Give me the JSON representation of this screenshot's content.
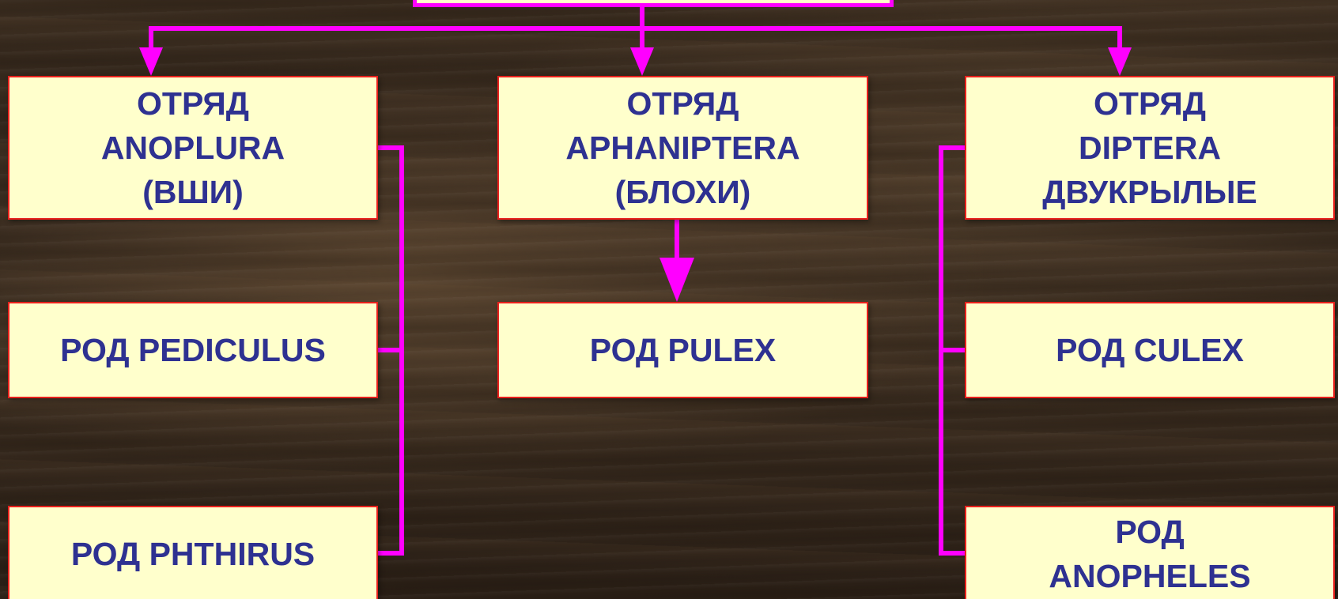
{
  "colors": {
    "connector": "#ff00ff",
    "box_fill": "#ffffcc",
    "box_border": "#e8201c",
    "text": "#2e3191"
  },
  "orders": {
    "anoplura": "ОТРЯД\nANOPLURA\n(ВШИ)",
    "aphaniptera": "ОТРЯД\nAPHANIPTERA\n(БЛОХИ)",
    "diptera": "ОТРЯД\nDIPTERA\nДВУКРЫЛЫЕ"
  },
  "genera": {
    "pediculus": "РОД  PEDICULUS",
    "phthirus": "РОД  PHTHIRUS",
    "pulex": "РОД  PULEX",
    "culex": "РОД   CULEX",
    "anopheles": "РОД\nANOPHELES"
  }
}
